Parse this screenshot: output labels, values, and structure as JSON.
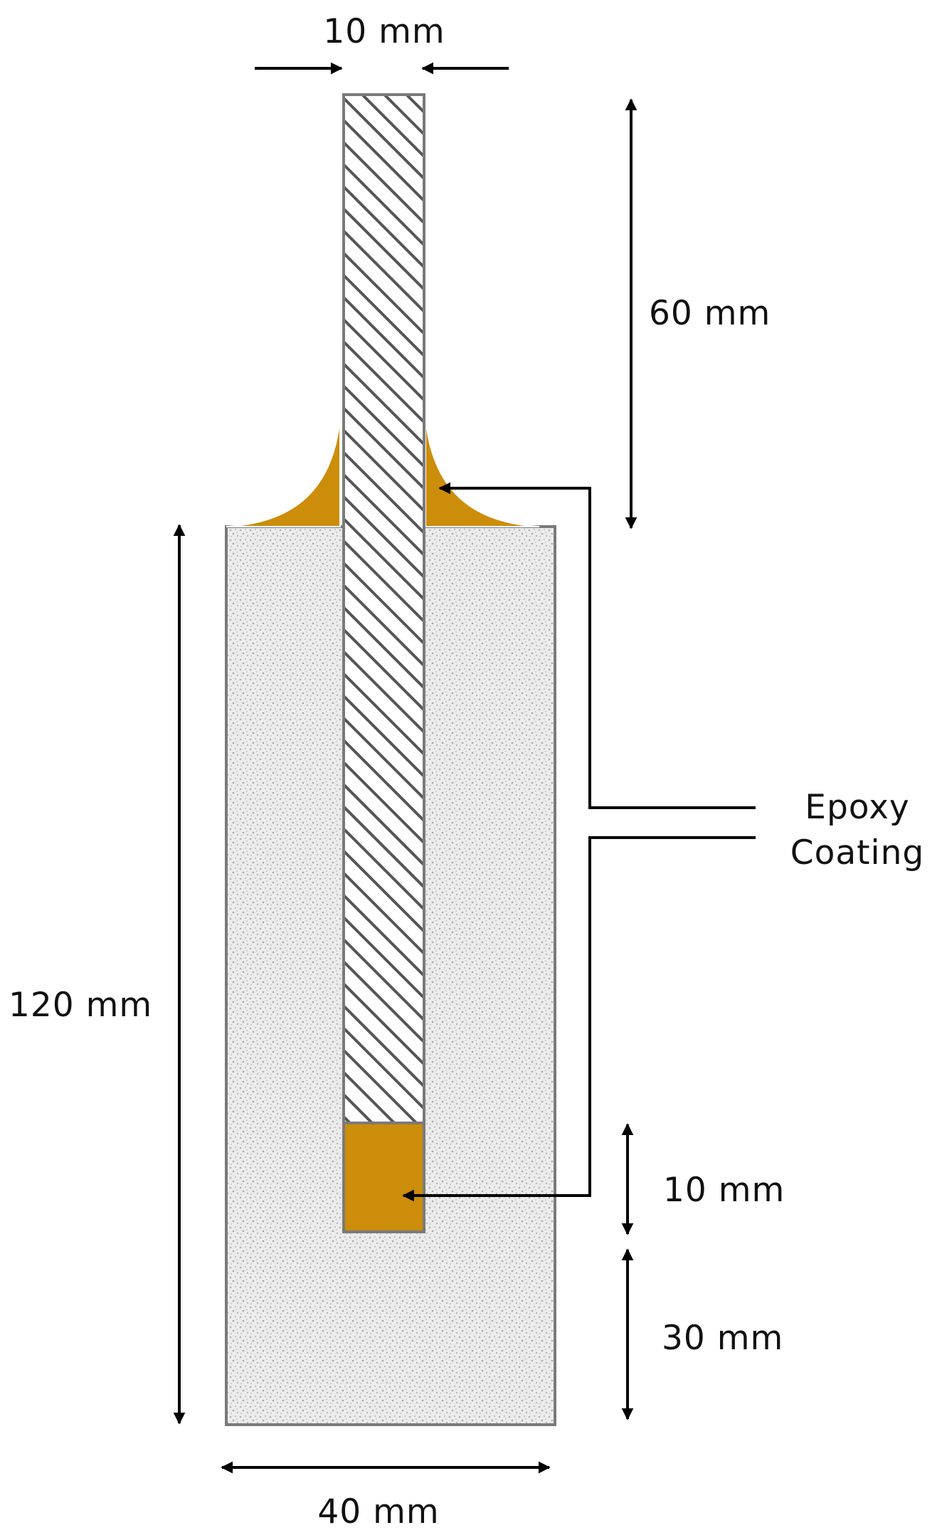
{
  "diagram": {
    "labels": {
      "bar_width": "10 mm",
      "exposed_length": "60 mm",
      "specimen_height": "120 mm",
      "specimen_width": "40 mm",
      "embedded_tip_length": "10 mm",
      "bottom_cover": "30 mm",
      "epoxy_line1": "Epoxy",
      "epoxy_line2": "Coating"
    },
    "colors": {
      "epoxy": "#cc8d0a",
      "concrete_fill": "#e6e6e6",
      "concrete_speckle": "#b3b3b3",
      "bar_fill": "#ffffff",
      "bar_hatch": "#555555",
      "outline": "#6e6e6e",
      "arrow": "#000000"
    }
  }
}
